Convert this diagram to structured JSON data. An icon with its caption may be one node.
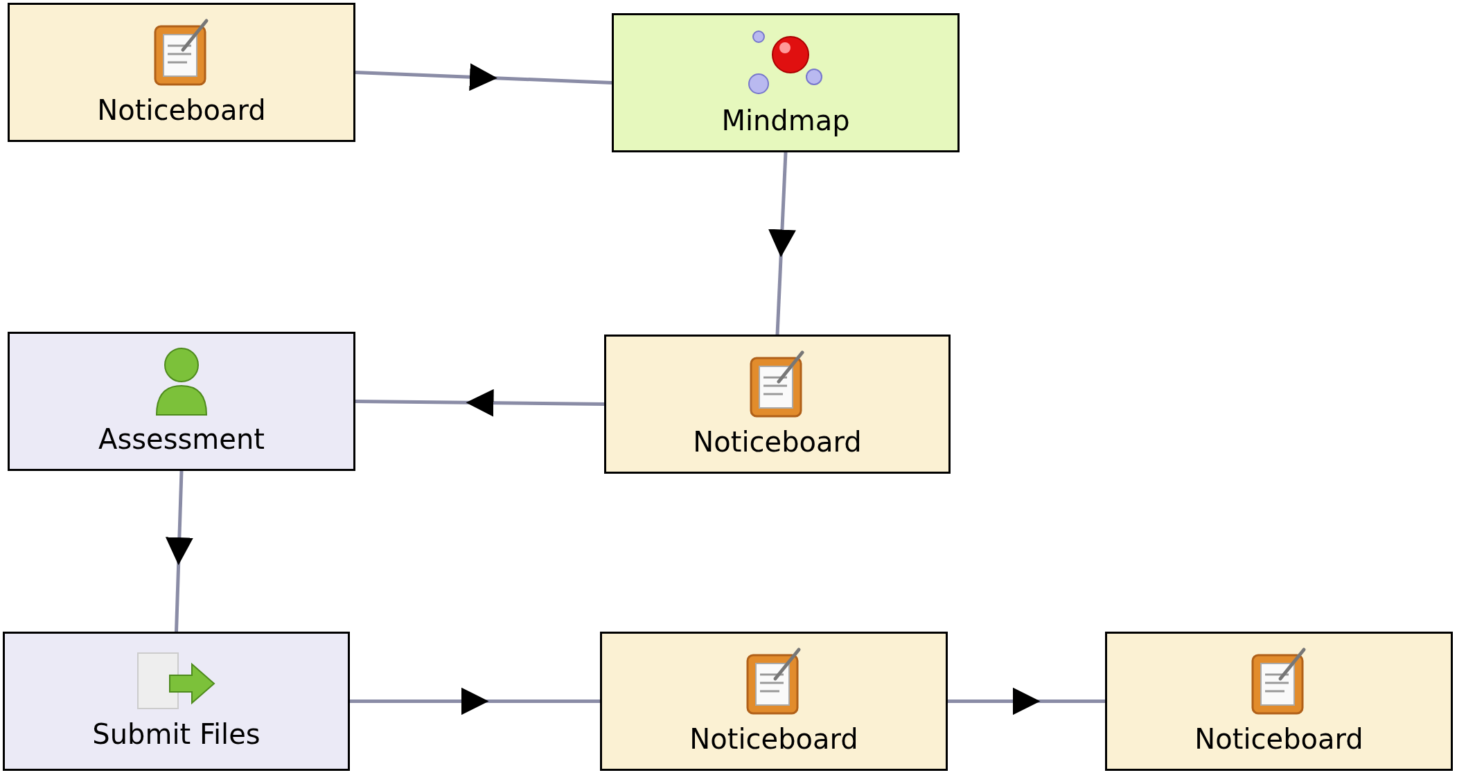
{
  "diagram": {
    "nodes": [
      {
        "text": [
          "Noticeboard"
        ]
      },
      {
        "text": [
          "Mindmap"
        ]
      },
      {
        "text": [
          "Noticeboard"
        ]
      },
      {
        "text": [
          "Assessment"
        ]
      },
      {
        "text": [
          "Submit Files"
        ]
      },
      {
        "text": [
          "Noticeboard"
        ]
      },
      {
        "text": [
          "Noticeboard"
        ]
      }
    ],
    "edges": [
      {
        "from": 0,
        "to": 1,
        "arrow": "to"
      },
      {
        "from": 1,
        "to": 2,
        "arrow": "to"
      },
      {
        "from": 2,
        "to": 3,
        "arrow": "to"
      },
      {
        "from": 3,
        "to": 4,
        "arrow": "to"
      },
      {
        "from": 4,
        "to": 5,
        "arrow": "to"
      },
      {
        "from": 5,
        "to": 6,
        "arrow": "to"
      }
    ]
  }
}
